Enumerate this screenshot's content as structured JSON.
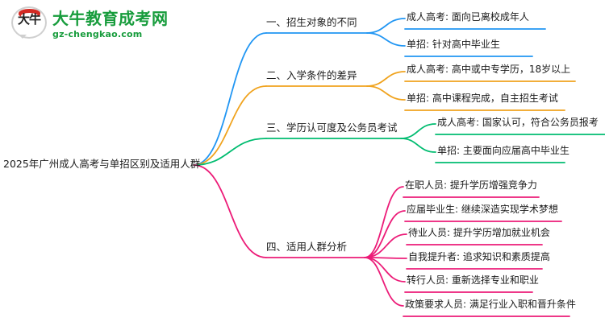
{
  "logo": {
    "mark_text": "大牛",
    "title": "大牛教育成考网",
    "subtitle": "gz-chengkao.com",
    "title_color": "#179c3c",
    "mark_accent_color": "#d42a24"
  },
  "mindmap": {
    "root": {
      "label": "2025年广州成人高考与单招区别及适用人群"
    },
    "branches": [
      {
        "label": "一、招生对象的不同",
        "color": "#2196f3",
        "children": [
          {
            "label": "成人高考: 面向已离校成年人"
          },
          {
            "label": "单招: 针对高中毕业生"
          }
        ]
      },
      {
        "label": "二、入学条件的差异",
        "color": "#f0a31e",
        "children": [
          {
            "label": "成人高考: 高中或中专学历，18岁以上"
          },
          {
            "label": "单招: 高中课程完成，自主招生考试"
          }
        ]
      },
      {
        "label": "三、学历认可度及公务员考试",
        "color": "#00bc70",
        "children": [
          {
            "label": "成人高考: 国家认可，符合公务员报考"
          },
          {
            "label": "单招: 主要面向应届高中毕业生"
          }
        ]
      },
      {
        "label": "四、适用人群分析",
        "color": "#ec1c78",
        "children": [
          {
            "label": "在职人员: 提升学历增强竞争力"
          },
          {
            "label": "应届毕业生: 继续深造实现学术梦想"
          },
          {
            "label": "待业人员: 提升学历增加就业机会"
          },
          {
            "label": "自我提升者: 追求知识和素质提高"
          },
          {
            "label": "转行人员: 重新选择专业和职业"
          },
          {
            "label": "政策要求人员: 满足行业入职和晋升条件"
          }
        ]
      }
    ]
  }
}
